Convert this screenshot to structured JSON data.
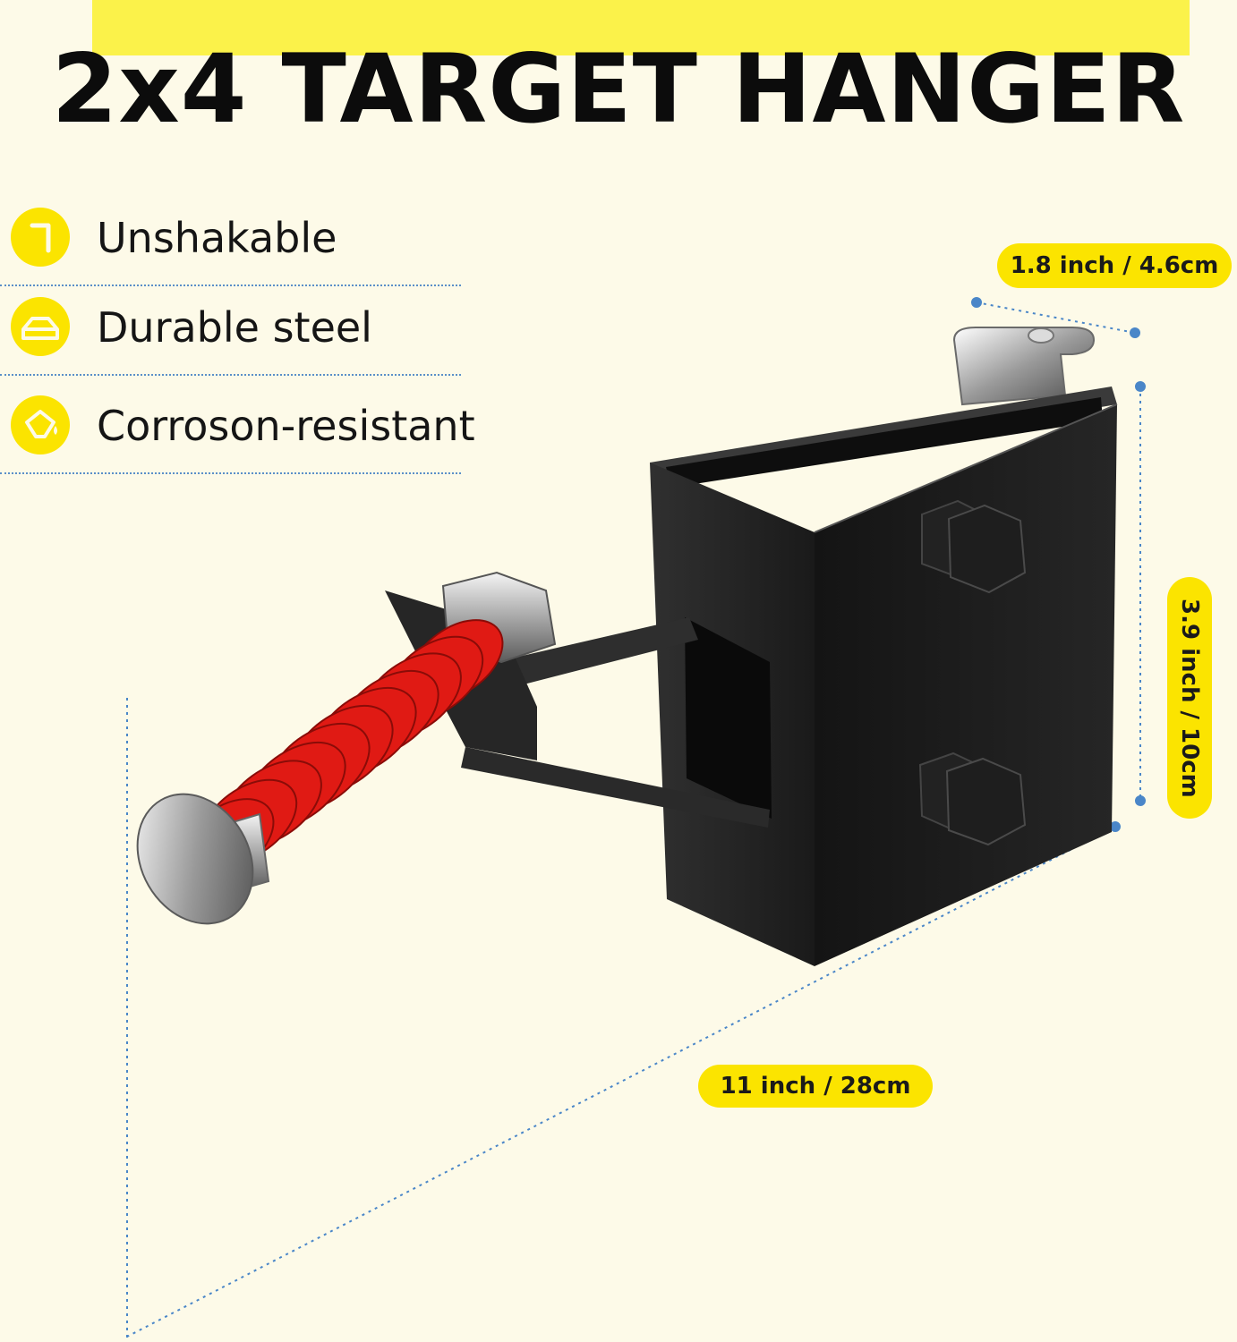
{
  "title": "2x4 TARGET HANGER",
  "features": [
    {
      "icon": "bracket-icon",
      "label": "Unshakable"
    },
    {
      "icon": "steel-box-icon",
      "label": "Durable steel"
    },
    {
      "icon": "paint-bucket-icon",
      "label": "Corroson-resistant"
    }
  ],
  "dimensions": {
    "width": "1.8 inch / 4.6cm",
    "height": "3.9 inch / 10cm",
    "length": "11 inch / 28cm"
  },
  "colors": {
    "background": "#fdfae8",
    "accent_yellow": "#fbe400",
    "steel_black": "#1d1d1d",
    "spring_red": "#e01a14",
    "guide_blue": "#4a86c8"
  }
}
